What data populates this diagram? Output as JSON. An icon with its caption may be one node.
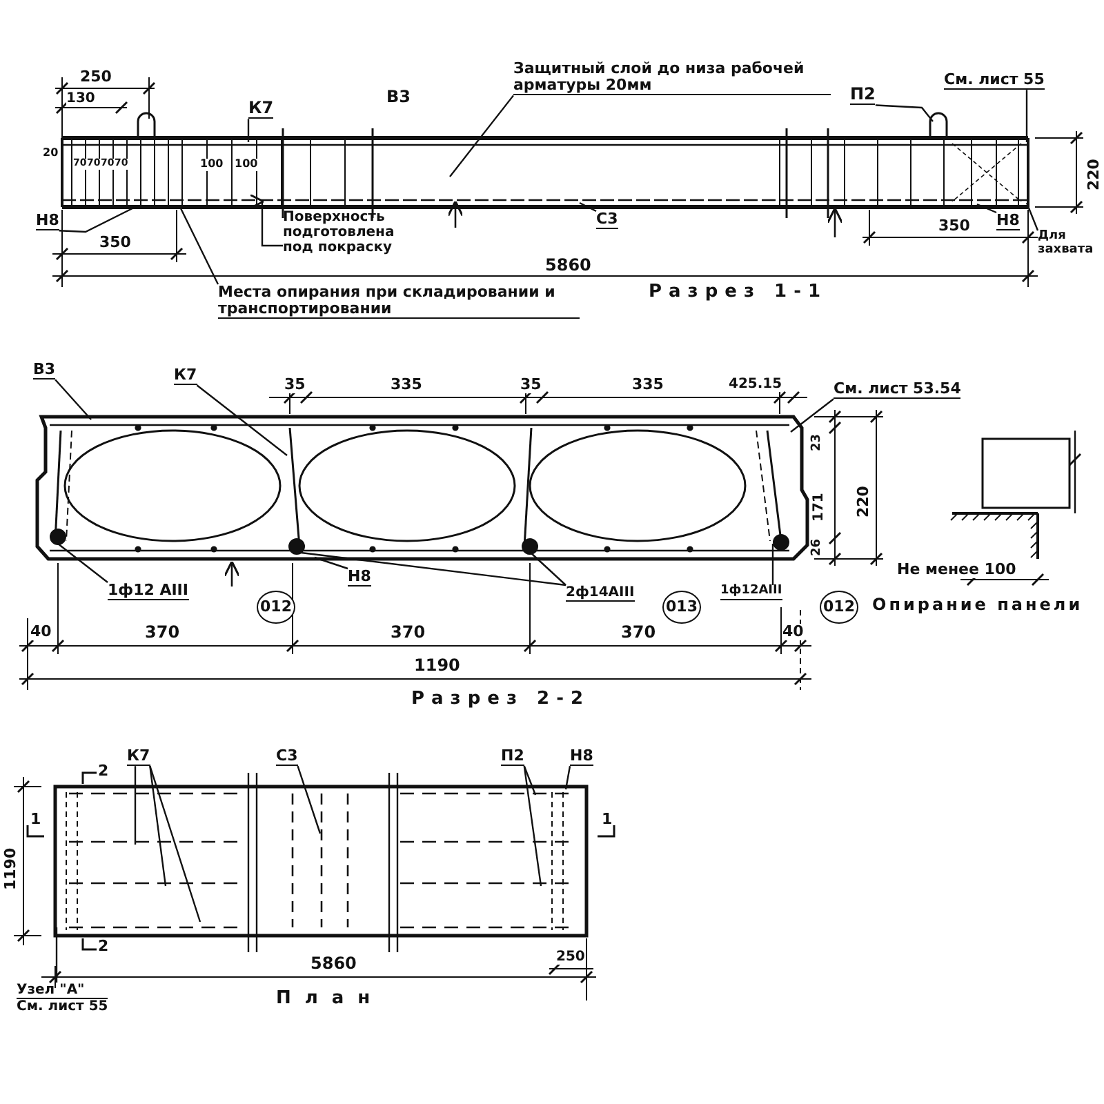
{
  "diagram": {
    "nodes": [
      {
        "text": [
          "К7"
        ]
      },
      {
        "text": [
          "Защитный слой до низа рабочей арматуры 20мм"
        ]
      },
      {
        "text": [
          "П2"
        ]
      },
      {
        "text": [
          "См. лист 55"
        ]
      },
      {
        "text": [
          "Н8"
        ]
      },
      {
        "text": [
          "Поверхность подготовлена под покраску"
        ]
      },
      {
        "text": [
          "С3"
        ]
      },
      {
        "text": [
          "Н8"
        ]
      },
      {
        "text": [
          "Места опирания при складировании и транспортировании"
        ]
      },
      {
        "text": [
          "Для захвата"
        ]
      },
      {
        "text": [
          "В3"
        ]
      },
      {
        "text": [
          "К7"
        ]
      },
      {
        "text": [
          "См. лист 53.54"
        ]
      },
      {
        "text": [
          "1ф12 АIII"
        ]
      },
      {
        "text": [
          "012"
        ]
      },
      {
        "text": [
          "Н8"
        ]
      },
      {
        "text": [
          "2ф14АIII"
        ]
      },
      {
        "text": [
          "013"
        ]
      },
      {
        "text": [
          "1ф12АIII"
        ]
      },
      {
        "text": [
          "012"
        ]
      },
      {
        "text": [
          "К7"
        ]
      },
      {
        "text": [
          "С3"
        ]
      },
      {
        "text": [
          "П2"
        ]
      },
      {
        "text": [
          "Н8"
        ]
      },
      {
        "text": [
          "Узел \"А\"",
          "См. лист 55"
        ]
      },
      {
        "text": [],
        "shape": "picture"
      },
      {
        "text": [],
        "shape": "picture"
      },
      {
        "text": [],
        "shape": "picture"
      }
    ],
    "edges": [
      {
        "from": 0,
        "to": 25,
        "arrow": "none"
      },
      {
        "from": 1,
        "to": 25,
        "arrow": "none"
      },
      {
        "from": 2,
        "to": 25,
        "arrow": "none"
      },
      {
        "from": 3,
        "to": 25,
        "arrow": "none"
      },
      {
        "from": 4,
        "to": 25,
        "arrow": "none"
      },
      {
        "from": 5,
        "to": 25,
        "arrow": "to"
      },
      {
        "from": 6,
        "to": 25,
        "arrow": "none"
      },
      {
        "from": 7,
        "to": 25,
        "arrow": "none"
      },
      {
        "from": 8,
        "to": 25,
        "arrow": "none"
      },
      {
        "from": 9,
        "to": 25,
        "arrow": "none"
      },
      {
        "from": 10,
        "to": 26,
        "arrow": "none"
      },
      {
        "from": 11,
        "to": 26,
        "arrow": "none"
      },
      {
        "from": 12,
        "to": 26,
        "arrow": "none"
      },
      {
        "from": 13,
        "to": 26,
        "arrow": "none"
      },
      {
        "from": 15,
        "to": 26,
        "arrow": "none"
      },
      {
        "from": 16,
        "to": 26,
        "arrow": "none"
      },
      {
        "from": 16,
        "to": 26,
        "arrow": "none"
      },
      {
        "from": 18,
        "to": 26,
        "arrow": "none"
      },
      {
        "from": 20,
        "to": 27,
        "arrow": "none"
      },
      {
        "from": 20,
        "to": 27,
        "arrow": "none"
      },
      {
        "from": 20,
        "to": 27,
        "arrow": "none"
      },
      {
        "from": 21,
        "to": 27,
        "arrow": "none"
      },
      {
        "from": 22,
        "to": 27,
        "arrow": "none"
      },
      {
        "from": 22,
        "to": 27,
        "arrow": "none"
      },
      {
        "from": 23,
        "to": 27,
        "arrow": "none"
      },
      {
        "from": 24,
        "to": 27,
        "arrow": "none"
      }
    ],
    "labels": [
      "250",
      "130",
      "20",
      "70",
      "70",
      "70",
      "70",
      "100",
      "100",
      "220",
      "В3",
      "350",
      "5860",
      "350",
      "Разрез 1-1",
      "35",
      "335",
      "35",
      "335",
      "425.15",
      "23",
      "171",
      "220",
      "26",
      "Не менее 100",
      "Опирание панели",
      "40",
      "370",
      "370",
      "370",
      "40",
      "1190",
      "Разрез 2-2",
      "2",
      "2",
      "1",
      "1",
      "1190",
      "5860",
      "250",
      "План"
    ]
  }
}
